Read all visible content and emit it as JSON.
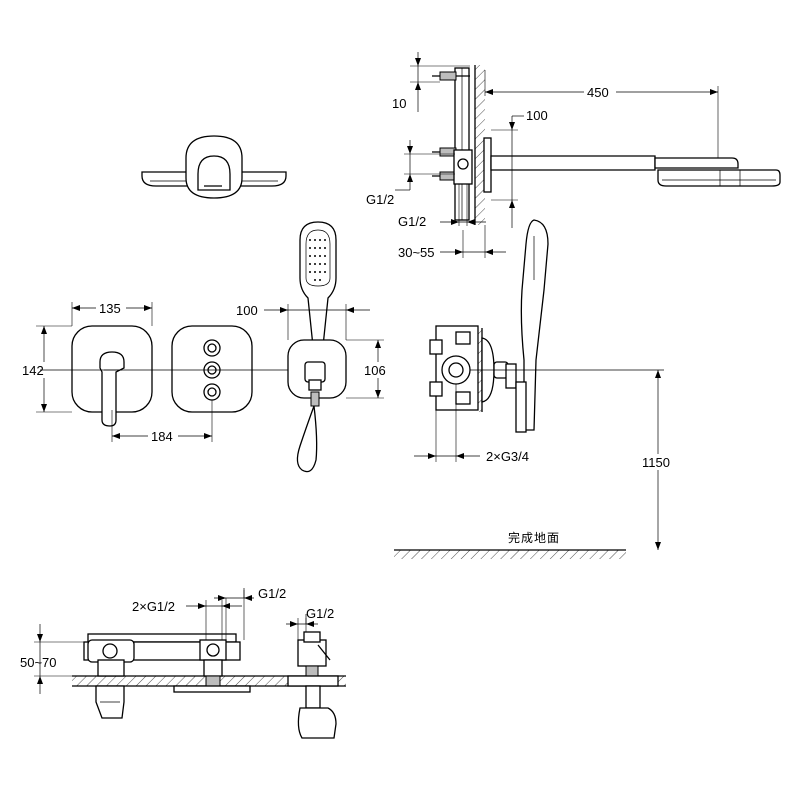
{
  "dimensions": {
    "d_10": "10",
    "d_450": "450",
    "d_100_top": "100",
    "d_g12_inlet": "G1/2",
    "d_g12_body": "G1/2",
    "d_30_55": "30~55",
    "d_135": "135",
    "d_142": "142",
    "d_184": "184",
    "d_100_mid": "100",
    "d_106": "106",
    "d_2xg34": "2×G3/4",
    "d_1150": "1150",
    "d_2xg12": "2×G1/2",
    "d_g12_bottom_a": "G1/2",
    "d_g12_bottom_b": "G1/2",
    "d_50_70": "50~70"
  },
  "labels": {
    "floor": "完成地面"
  }
}
